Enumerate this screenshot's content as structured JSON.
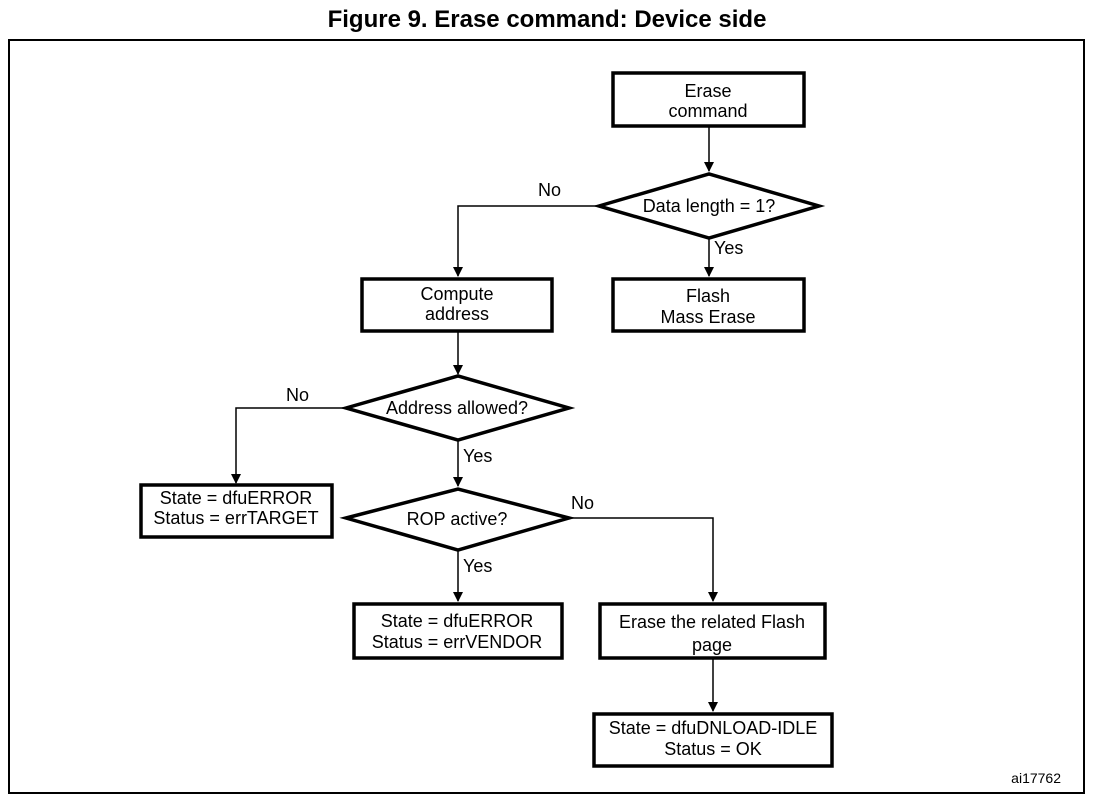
{
  "figure": {
    "title": "Figure 9. Erase command: Device side",
    "figure_id": "ai17762"
  },
  "nodes": {
    "erase_command": {
      "line1": "Erase",
      "line2": "command"
    },
    "data_length": {
      "text": "Data length = 1?"
    },
    "mass_erase": {
      "line1": "Flash",
      "line2": "Mass Erase"
    },
    "compute_address": {
      "line1": "Compute",
      "line2": "address"
    },
    "address_allowed": {
      "text": "Address allowed?"
    },
    "err_target": {
      "line1": "State = dfuERROR",
      "line2": "Status = errTARGET"
    },
    "rop_active": {
      "text": "ROP active?"
    },
    "err_vendor": {
      "line1": "State = dfuERROR",
      "line2": "Status = errVENDOR"
    },
    "erase_page": {
      "line1": "Erase the related Flash",
      "line2": "page"
    },
    "dnload_idle": {
      "line1": "State = dfuDNLOAD-IDLE",
      "line2": "Status = OK"
    }
  },
  "edge_labels": {
    "data_length_no": "No",
    "data_length_yes": "Yes",
    "address_no": "No",
    "address_yes": "Yes",
    "rop_no": "No",
    "rop_yes": "Yes"
  }
}
